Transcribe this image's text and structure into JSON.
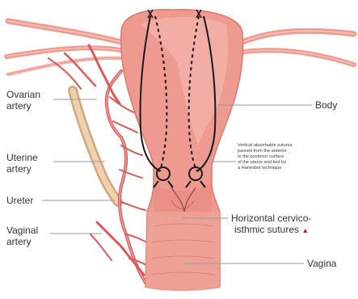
{
  "labels": {
    "ovarian_1": "Ovarian",
    "ovarian_2": "artery",
    "uterine_1": "Uterine",
    "uterine_2": "artery",
    "ureter": "Ureter",
    "vaginal_1": "Vaginal",
    "vaginal_2": "artery",
    "body": "Body",
    "sutures_note_1": "Vertical absorbable sutures",
    "sutures_note_2": "passed from the anterior",
    "sutures_note_3": "to the posterior surface",
    "sutures_note_4": "of the uterus and tied by",
    "sutures_note_5": "a Hanesbot technique",
    "horizontal_1": "Horizontal cervico-",
    "horizontal_2": "isthmic sutures",
    "vagina": "Vagina"
  },
  "colors": {
    "uterus_fill": "#ee9a90",
    "uterus_light": "#f6c0b6",
    "uterus_shadow": "#d97a70",
    "artery": "#d85a5a",
    "artery_light": "#f0a0a0",
    "ureter_fill": "#e8c4a0",
    "suture": "#1a1a1a",
    "leader": "#999999",
    "marker": "#c41e2e"
  },
  "icons": {
    "needle_top_left": "needle-icon",
    "needle_top_right": "needle-icon",
    "knot_left": "suture-knot-icon",
    "knot_right": "suture-knot-icon"
  }
}
